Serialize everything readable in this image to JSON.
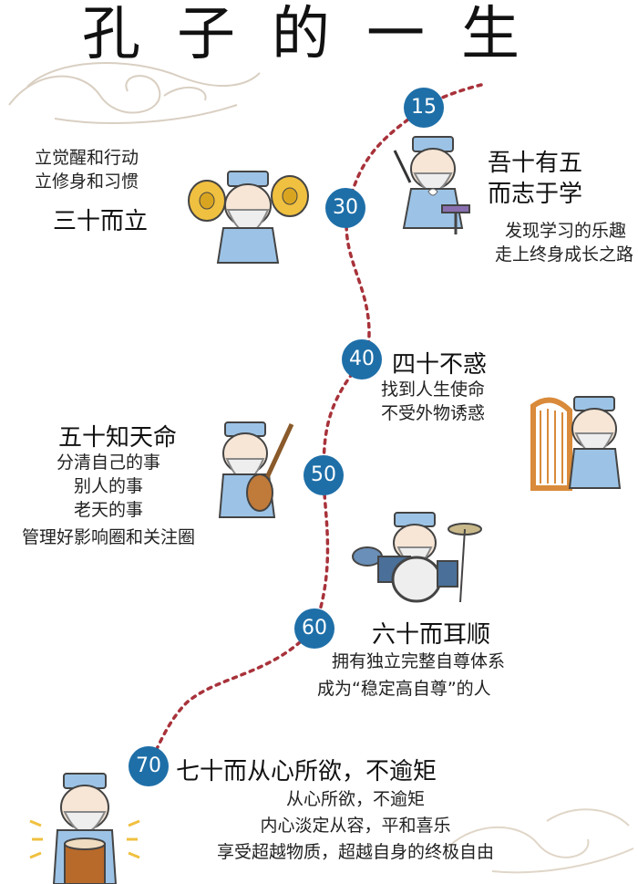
{
  "title": "孔子的一生",
  "stages": [
    {
      "age": "15",
      "heading": "吾十有五\n而志于学",
      "heading_lines": [
        "吾十有五",
        "而志于学"
      ],
      "body": [
        "发现学习的乐趣",
        "走上终身成长之路"
      ]
    },
    {
      "age": "30",
      "heading": "三十而立",
      "body": [
        "立觉醒和行动",
        "立修身和习惯"
      ]
    },
    {
      "age": "40",
      "heading": "四十不惑",
      "body": [
        "找到人生使命",
        "不受外物诱惑"
      ]
    },
    {
      "age": "50",
      "heading": "五十知天命",
      "body": [
        "分清自己的事",
        "别人的事",
        "老天的事",
        "管理好影响圈和关注圈"
      ]
    },
    {
      "age": "60",
      "heading": "六十而耳顺",
      "body": [
        "拥有独立完整自尊体系",
        "成为“稳定高自尊”的人"
      ]
    },
    {
      "age": "70",
      "heading": "七十而从心所欲，不逾矩",
      "body": [
        "从心所欲，不逾矩",
        "内心淡定从容，平和喜乐",
        "享受超越物质，超越自身的终极自由"
      ]
    }
  ],
  "colors": {
    "badge": "#1e6fa8",
    "path": "#a8323a",
    "robe": "#9cc3e6",
    "hair": "#eeeeee",
    "gold": "#f0c040",
    "wood": "#d98a3a"
  }
}
